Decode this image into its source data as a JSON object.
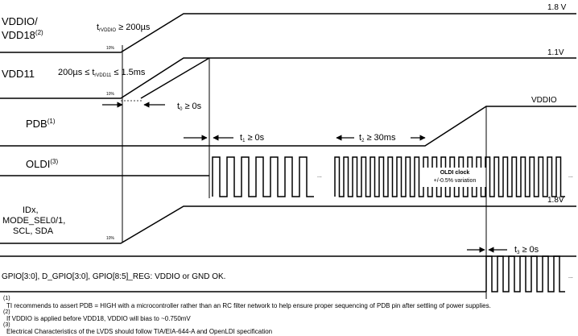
{
  "signals": {
    "vddio": {
      "name": "VDDIO/",
      "name2": "VDD18",
      "sup": "(2)",
      "level": "1.8 V"
    },
    "vdd11": {
      "name": "VDD11",
      "level": "1.1V"
    },
    "pdb": {
      "name": "PDB",
      "sup": "(1)",
      "level": "VDDIO"
    },
    "oldi": {
      "name": "OLDI",
      "sup": "(3)"
    },
    "idx": {
      "line1": "IDx,",
      "line2": "MODE_SEL0/1,",
      "line3": "SCL, SDA",
      "level": "1.8V"
    },
    "gpio": {
      "label": "GPIO[3:0], D_GPIO[3:0], GPIO[8:5]_REG: VDDIO or GND OK."
    }
  },
  "timing": {
    "t_vddio": {
      "pre": "t",
      "sub": "rVDDIO",
      "post": " ≥ 200µs"
    },
    "t_vdd11": {
      "pre": "200µs ≤ t",
      "sub": "rVDD11",
      "post": " ≤ 1.5ms"
    },
    "t0": {
      "pre": "t",
      "sub": "0",
      "post": " ≥ 0s"
    },
    "t1": {
      "pre": "t",
      "sub": "1",
      "post": " ≥ 0s"
    },
    "t2": {
      "pre": "t",
      "sub": "2",
      "post": " ≥ 30ms"
    },
    "t3": {
      "pre": "t",
      "sub": "3",
      "post": " ≥ 0s"
    }
  },
  "percent_marks": {
    "a": "10%",
    "b": "10%",
    "c": "10%"
  },
  "oldi_clock": {
    "line1": "OLDI clock",
    "line2": "+/-0.5% variation"
  },
  "ellipsis": "...",
  "footnotes": [
    {
      "num": "(1)",
      "text": "TI recommends to assert PDB = HIGH with a microcontroller rather than an RC filter network  to help ensure proper sequencing of PDB pin after settling of power supplies."
    },
    {
      "num": "(2)",
      "text": "If VDDIO is applied before VDD18, VDDIO will bias to ~0.750mV"
    },
    {
      "num": "(3)",
      "text": "Electrical Characteristics of the LVDS should follow TIA/EIA-644-A and OpenLDI specification"
    }
  ]
}
